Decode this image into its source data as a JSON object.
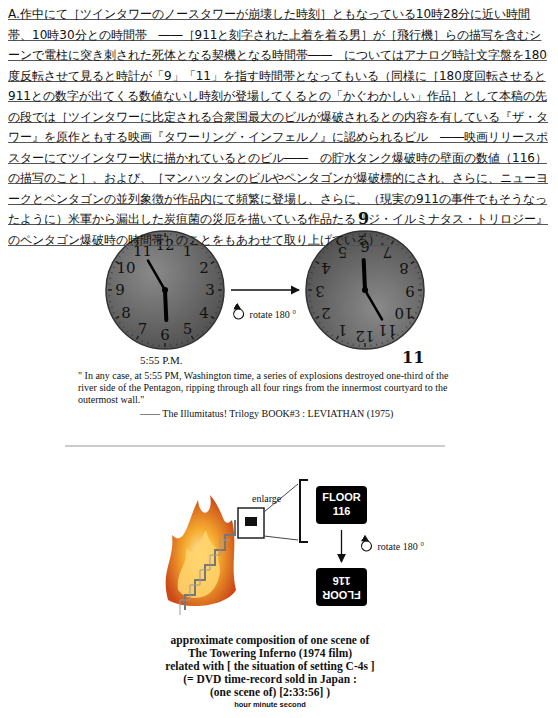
{
  "diagram": {
    "nodes": [
      {
        "text": [
          "12",
          "1",
          "2",
          "3",
          "4",
          "5",
          "6",
          "7",
          "8",
          "9",
          "10",
          "11"
        ]
      },
      {
        "text": [
          "12",
          "1",
          "2",
          "3",
          "4",
          "5",
          "6",
          "7",
          "8",
          "9",
          "10",
          "11"
        ]
      },
      {
        "text": [
          "FLOOR 116"
        ]
      },
      {
        "text": [
          "FLOOR 116"
        ]
      }
    ],
    "edges": [
      {
        "from": 0,
        "to": 1,
        "arrow": "to",
        "label": "rotate 180 °"
      },
      {
        "from": 2,
        "to": 3,
        "arrow": "to",
        "label": "rotate 180 °"
      }
    ],
    "labels": [
      "A.作中にて［ツインタワーのノースタワーが崩壊した時刻］ともなっている10時28分に近い時間帯、10時30分との時間帯　――［911と刻字された上着を着る男］が［飛行機］らの描写を含むシーンで電柱に突き刺された死体となる契機となる時間帯――　についてはアナログ時計文字盤を180度反転させて見ると時計が「9」「11」を指す時間帯となってもいる（同様に［180度回転させると911との数字が出てくる数値ないし時刻が登場してくるとの「かぐわかしい」作品］として本稿の先の段では［ツインタワーに比定される合衆国最大のビルが爆破されるとの内容を有している『ザ・タワー』を原作ともする映画『タワーリング・インフェルノ』に認められるビル　――映画リリースポスターにてツインタワー状に描かれているとのビル――　の貯水タンク爆破時の壁面の数値（116）の描写のこと］、および、［マンハッタンのビルやペンタゴンが爆破標的にされ、さらに、ニューヨークとペンタゴンの並列象徴が作品内にて頻繁に登場し、さらに、（現実の911の事件でもそうなったように）米軍から漏出した炭疽菌の災厄を描いている作品たる『ジ・イルミナタス・トリロジー』のペンタゴン爆破時の時間帯］のことをもあわせて取り上げている）。",
      "9",
      "11",
      "5:55 P.M.",
      "\" In any case, at 5:55 PM, Washington time, a series of explosions destroyed one-third of the river side of the Pentagon, ripping through all four rings from the innermost courtyard to the outermost wall.\"",
      "—— The Illumitatus! Trilogy  BOOK#3 : LEVIATHAN (1975)",
      "enlarge",
      "approximate composition of one scene of",
      "The Towering Inferno (1974 film)",
      "related with [ the situation of setting C-4s ]",
      "(= DVD time-record sold in Japan :",
      "(one scene of) [2:33:56] )",
      "hour minute second"
    ]
  }
}
